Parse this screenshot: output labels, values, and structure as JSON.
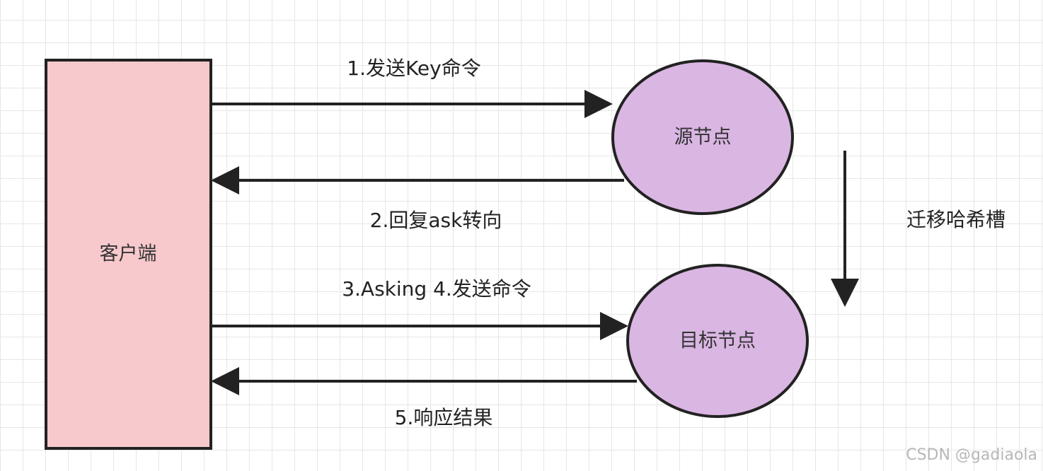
{
  "colors": {
    "client_fill": "#f7c8cc",
    "node_fill": "#dab6e3",
    "stroke": "#222222",
    "grid": "#e6e6e6"
  },
  "nodes": {
    "client": "客户端",
    "source": "源节点",
    "target": "目标节点"
  },
  "edges": {
    "send_key": "1.发送Key命令",
    "ask_redirect": "2.回复ask转向",
    "asking_send": "3.Asking 4.发送命令",
    "response": "5.响应结果",
    "migrate_slot": "迁移哈希槽"
  },
  "watermark": "CSDN @gadiaola"
}
